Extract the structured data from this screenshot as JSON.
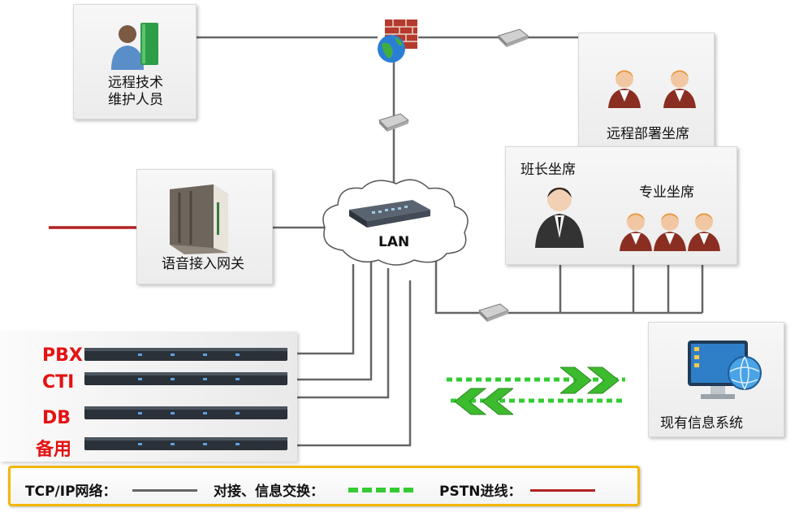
{
  "nodes": {
    "remote_tech": "远程技术\n维护人员",
    "remote_seats": "远程部署坐席",
    "team_leader": "班长坐席",
    "pro_seats": "专业坐席",
    "voice_gateway": "语音接入网关",
    "lan": "LAN",
    "existing_system": "现有信息系统"
  },
  "servers": [
    "PBX",
    "CTI",
    "DB",
    "备用"
  ],
  "legend": {
    "tcpip": "TCP/IP网络：",
    "exchange": "对接、信息交换：",
    "pstn": "PSTN进线："
  },
  "colors": {
    "network_line": "#666666",
    "exchange_line": "#33cc33",
    "pstn_line": "#b22222",
    "legend_border": "#f2b705",
    "server_label": "#e41212"
  },
  "icons": [
    "user-icon",
    "book-icon",
    "firewall-icon",
    "globe-icon",
    "router-icon",
    "switch-icon",
    "cloud-icon",
    "headset-agent-icon",
    "server-icon",
    "gateway-icon",
    "monitor-icon",
    "arrow-right-icon",
    "arrow-left-icon"
  ]
}
